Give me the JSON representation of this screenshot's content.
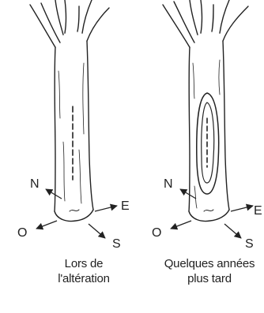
{
  "panels": [
    {
      "caption_line1": "Lors de",
      "caption_line2": "l'altération",
      "compass": {
        "north": "N",
        "east": "E",
        "south": "S",
        "west": "O"
      }
    },
    {
      "caption_line1": "Quelques années",
      "caption_line2": "plus tard",
      "compass": {
        "north": "N",
        "east": "E",
        "south": "S",
        "west": "O"
      }
    }
  ],
  "colors": {
    "ink": "#222222",
    "background": "#ffffff"
  }
}
